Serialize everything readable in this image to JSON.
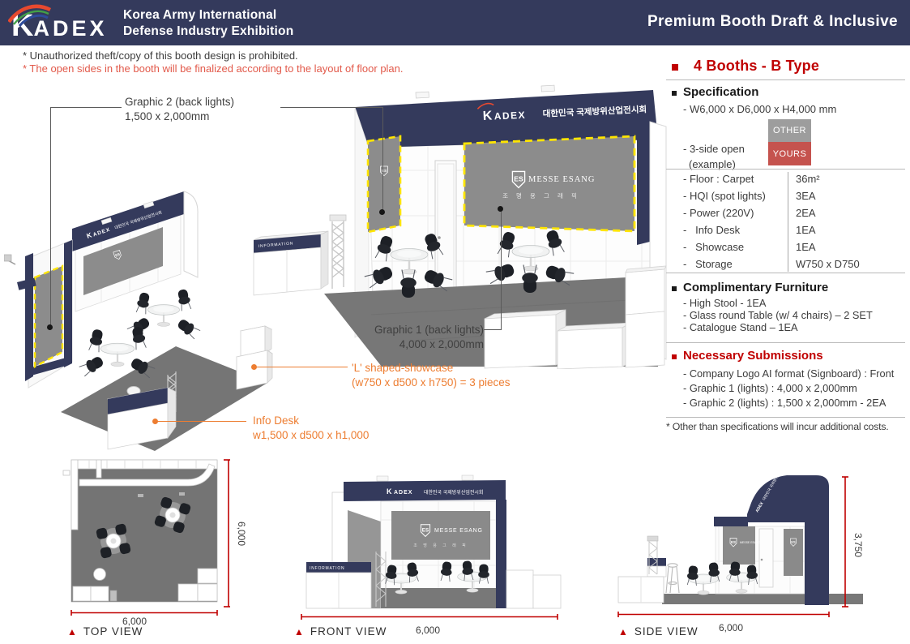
{
  "colors": {
    "navy": "#343A5C",
    "accent_red": "#C00000",
    "orange": "#ED7D31",
    "coral_red": "#E2594A",
    "panel_gray": "#8C8C8C",
    "floor_gray": "#767676",
    "highlight_yellow": "#FFE500",
    "other_gray": "#9D9D9D",
    "yours_red": "#C5534E"
  },
  "header": {
    "logo_k": "K",
    "logo_adex": "ADEX",
    "title_line1": "Korea Army International",
    "title_line2": "Defense Industry Exhibition",
    "page_title": "Premium Booth Draft & Inclusive"
  },
  "notices": {
    "line1": "* Unauthorized theft/copy of this booth design is prohibited.",
    "line2": "* The open sides in the booth will be finalized according to the layout of floor plan."
  },
  "annotations": {
    "graphic2": {
      "line1": "Graphic 2 (back lights)",
      "line2": "1,500 x 2,000mm"
    },
    "graphic1": {
      "line1": "Graphic 1 (back lights)",
      "line2": "4,000 x 2,000mm"
    },
    "showcase": {
      "line1": "'L' shaped-showcase",
      "line2": "(w750 x d500 x h750) = 3 pieces"
    },
    "infodesk": {
      "line1": "Info Desk",
      "line2": "w1,500 x d500 x h1,000"
    }
  },
  "booth": {
    "signboard_brand_k": "K",
    "signboard_brand_adex": "ADEX",
    "signboard_korean": "대한민국 국제방위산업전시회",
    "graphic_logo_badge": "ES",
    "graphic_logo_text": "MESSE ESANG",
    "graphic_logo_sub": "조 명 용 그 래 픽",
    "information_label": "INFORMATION"
  },
  "panel": {
    "booth_type": "4 Booths - B Type",
    "specification": {
      "heading": "Specification",
      "dimension": "- W6,000 x D6,000 x H4,000 mm",
      "open_line1": "- 3-side open",
      "open_line2": "(example)",
      "other_label": "OTHER",
      "yours_label": "YOURS",
      "rows": [
        {
          "label": "- Floor : Carpet",
          "value": "36m²"
        },
        {
          "label": "- HQI (spot lights)",
          "value": "3EA"
        },
        {
          "label": "- Power (220V)",
          "value": "2EA"
        },
        {
          "label": "-   Info Desk",
          "value": "1EA"
        },
        {
          "label": "-   Showcase",
          "value": "1EA"
        },
        {
          "label": "-   Storage",
          "value": "W750 x D750"
        }
      ]
    },
    "furniture": {
      "heading": "Complimentary Furniture",
      "items": [
        "- High Stool - 1EA",
        "- Glass round Table (w/ 4 chairs) – 2 SET",
        "- Catalogue Stand – 1EA"
      ]
    },
    "submissions": {
      "heading": "Necessary Submissions",
      "items": [
        "- Company Logo AI format (Signboard) : Front",
        "- Graphic 1 (lights) : 4,000 x 2,000mm",
        "- Graphic 2 (lights) : 1,500 x 2,000mm - 2EA"
      ]
    },
    "footnote": "* Other than specifications will incur additional costs."
  },
  "views": {
    "marker": "▲",
    "top": {
      "label": "TOP VIEW",
      "width_dim": "6,000",
      "depth_dim": "6,000"
    },
    "front": {
      "label": "FRONT VIEW",
      "width_dim": "6,000"
    },
    "side": {
      "label": "SIDE VIEW",
      "width_dim": "6,000",
      "height_dim": "3,750"
    }
  }
}
